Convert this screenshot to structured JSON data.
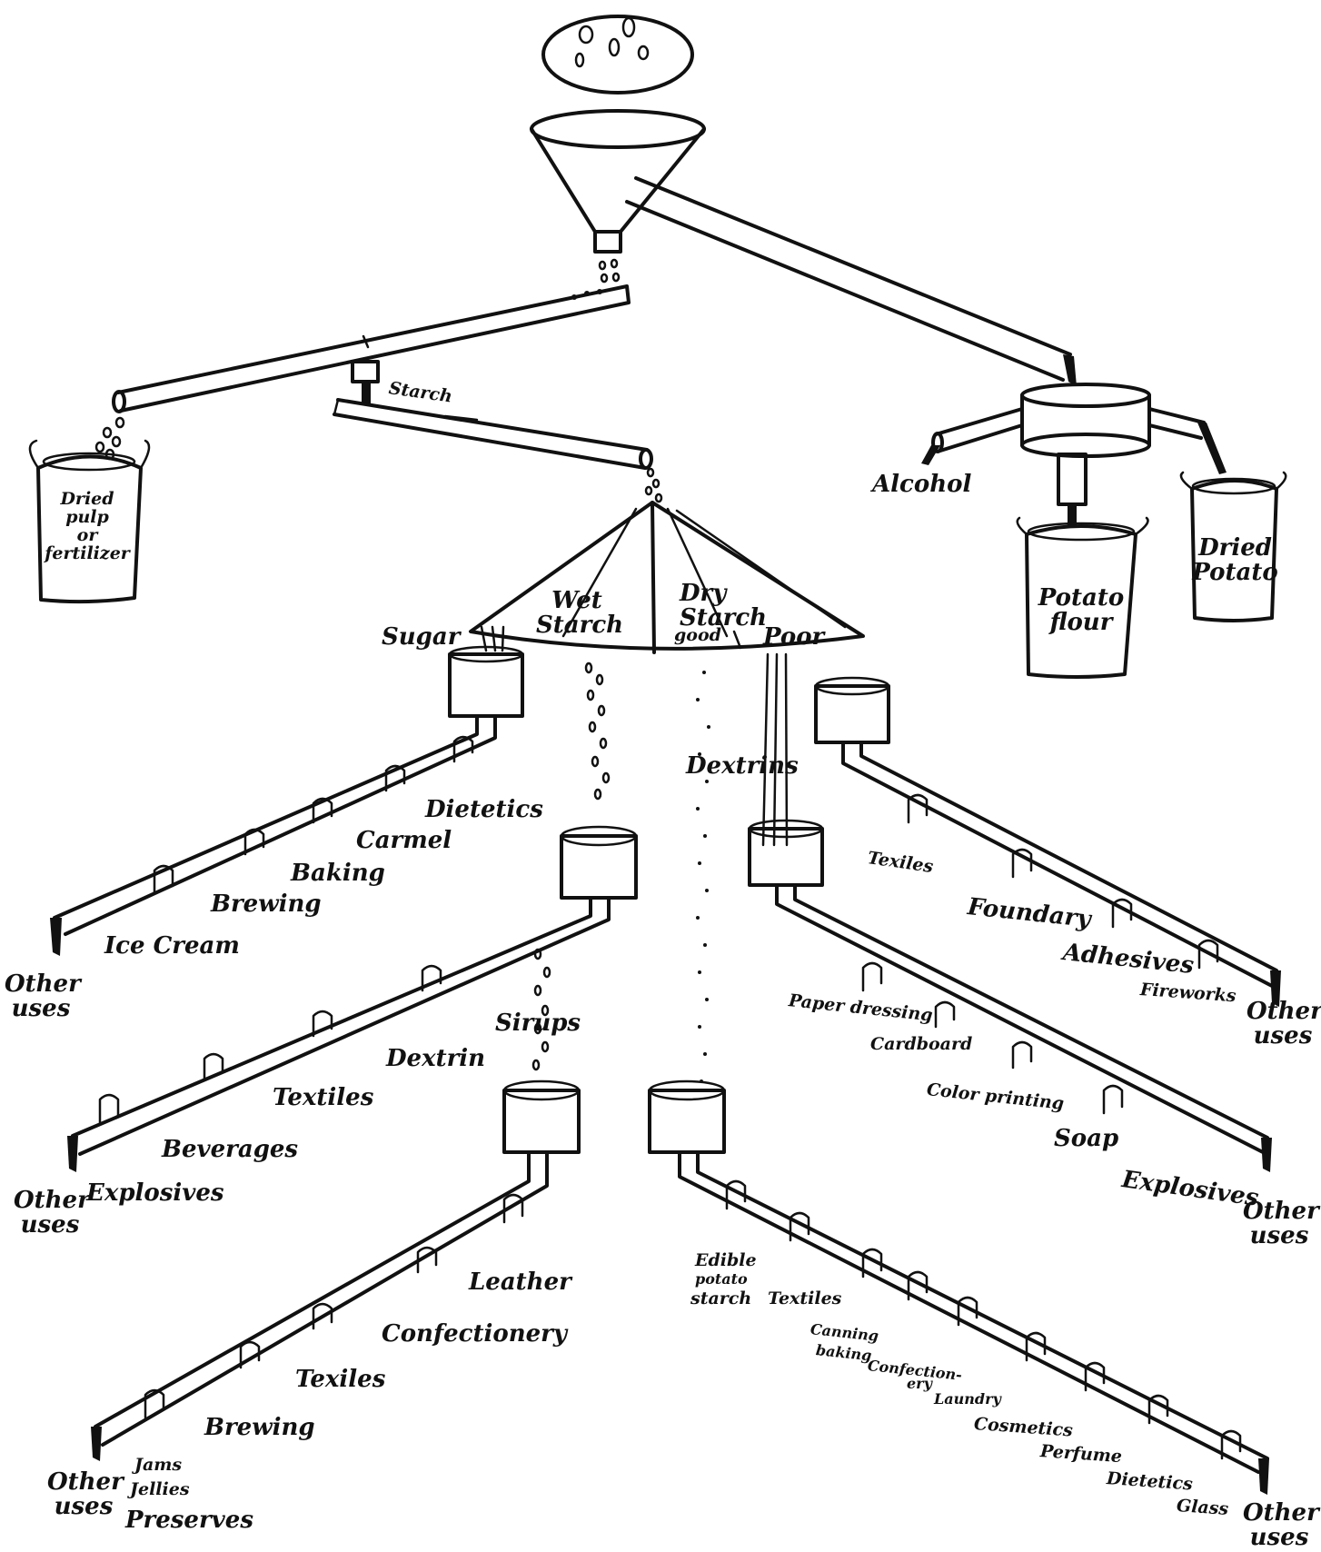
{
  "labels": {
    "starch": "Starch",
    "dried_pulp": [
      "Dried",
      "pulp",
      "or",
      "fertilizer"
    ],
    "alcohol": "Alcohol",
    "potato_flour": [
      "Potato",
      "flour"
    ],
    "dried_potato": [
      "Dried",
      "Potato"
    ],
    "sugar": "Sugar",
    "wet_starch": [
      "Wet",
      "Starch"
    ],
    "dry_starch": [
      "Dry",
      "Starch"
    ],
    "good": "good",
    "poor": "Poor",
    "dextrins": "Dextrins",
    "sirups": "Sirups",
    "other_uses": [
      "Other",
      "uses"
    ]
  },
  "sugar_uses": [
    "Dietetics",
    "Carmel",
    "Baking",
    "Brewing",
    "Ice Cream"
  ],
  "wet_starch_uses": [
    "Dextrin",
    "Textiles",
    "Beverages",
    "Explosives"
  ],
  "sirup_uses": [
    "Leather",
    "Confectionery",
    "Texiles",
    "Brewing",
    "Jams",
    "Jellies",
    "Preserves"
  ],
  "dextrin_uses": [
    "Paper dressing",
    "Cardboard",
    "Color printing",
    "Soap",
    "Explosives"
  ],
  "poor_starch_uses": [
    "Texiles",
    "Foundary",
    "Adhesives",
    "Fireworks"
  ],
  "edible_starch_uses": [
    "Edible",
    "potato",
    "starch",
    "Textiles",
    "Canning",
    "baking",
    "Confection-",
    "ery",
    "Laundry",
    "Cosmetics",
    "Perfume",
    "Dietetics",
    "Glass"
  ]
}
